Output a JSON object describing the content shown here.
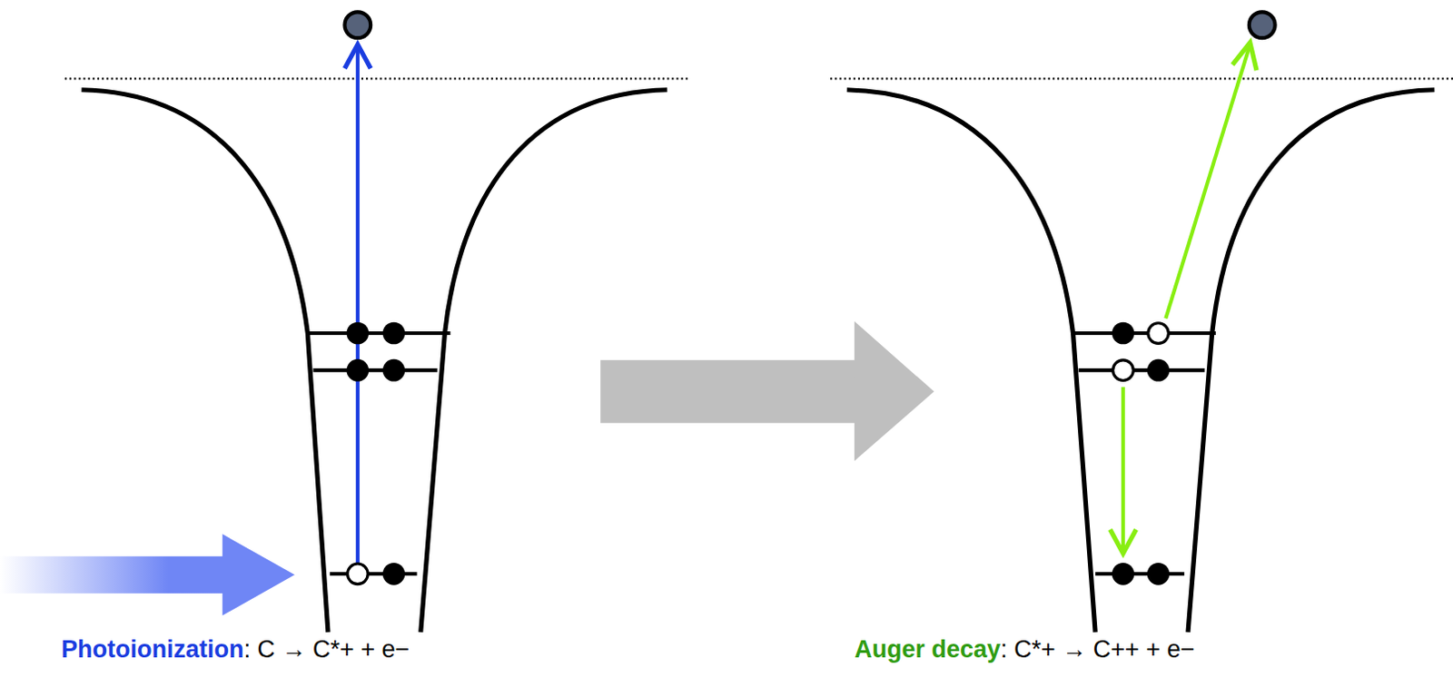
{
  "diagram": {
    "labels": [
      "Photoionization",
      ": C → C*+ + e−",
      "Auger decay",
      ": C*+ → C++ + e−"
    ]
  }
}
